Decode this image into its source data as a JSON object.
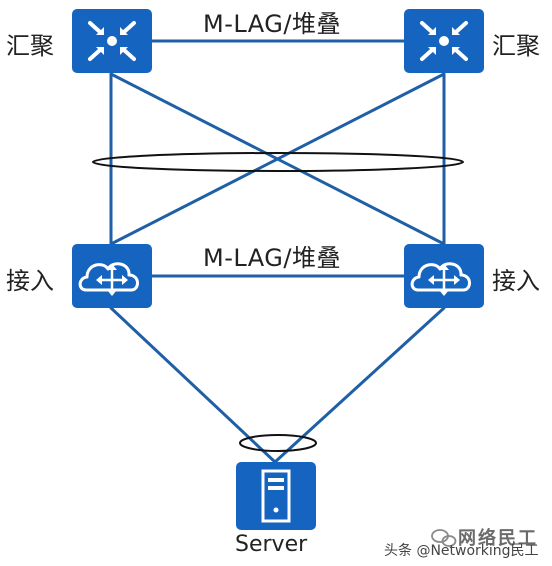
{
  "labels": {
    "agg_left": "汇聚",
    "agg_right": "汇聚",
    "acc_left": "接入",
    "acc_right": "接入",
    "mlag_top": "M-LAG/堆叠",
    "mlag_bottom": "M-LAG/堆叠",
    "server": "Server"
  },
  "watermark": {
    "brand": "网络民工",
    "credit": "头条 @Networking民工"
  },
  "colors": {
    "device_fill": "#1565c0",
    "link": "#1f5fa6",
    "icon": "#ffffff"
  },
  "icons": {
    "aggregation": "switch-arrows-icon",
    "access": "cloud-router-icon",
    "server": "server-tower-icon",
    "brand": "wechat-logo-icon"
  }
}
